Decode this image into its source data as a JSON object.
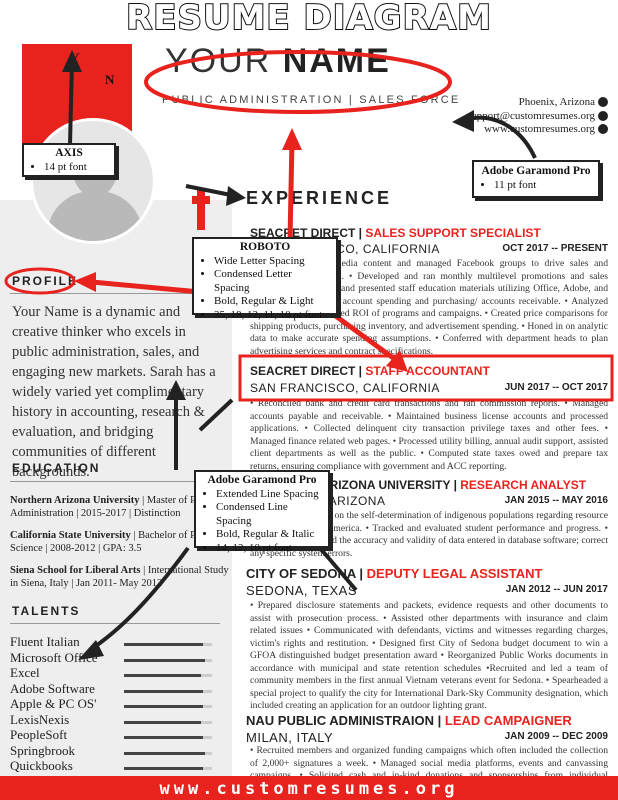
{
  "banner_title": "RESUME DIAGRAM",
  "logo": {
    "letter_y": "Y",
    "letter_n": "N"
  },
  "header": {
    "name_first": "YOUR",
    "name_last": "NAME",
    "subtitle": "PUBLIC ADMINISTRATION | SALES FORCE",
    "location": "Phoenix, Arizona",
    "email": "support@customresumes.org",
    "website": "www.customresumes.org"
  },
  "callouts": {
    "axis": {
      "title": "AXIS",
      "items": [
        "14 pt font"
      ]
    },
    "garamond_top": {
      "title": "Adobe Garamond Pro",
      "items": [
        "11 pt font"
      ]
    },
    "roboto": {
      "title": "ROBOTO",
      "items": [
        "Wide Letter Spacing",
        "Condensed Letter Spacing",
        "Bold, Regular & Light",
        "35, 18, 12, 11, 10 pt font"
      ]
    },
    "garamond_mid": {
      "title": "Adobe Garamond Pro",
      "items": [
        "Extended Line Spacing",
        "Condensed Line Spacing",
        "Bold, Regular & Italic",
        "14, 12, 10 pt font"
      ]
    }
  },
  "profile": {
    "heading": "PROFILE",
    "text": "Your Name is a dynamic and creative thinker who excels in public administration, sales, and engaging new markets. Sarah has a widely varied yet complimentary history in accounting, research & evaluation, and bridging communities of different backgrounds."
  },
  "education": {
    "heading": "EDUCATION",
    "items": [
      {
        "school": "Northern Arizona University",
        "detail": "| Master of Public Administration | 2015-2017 | Distinction"
      },
      {
        "school": "California State University",
        "detail": "| Bachelor of Political Science | 2008-2012 | GPA: 3.5"
      },
      {
        "school": "Siena School for Liberal Arts",
        "detail": "| International Study in Siena, Italy | Jan 2011- May 2012"
      }
    ]
  },
  "talents": {
    "heading": "TALENTS",
    "items": [
      {
        "label": "Fluent Italian",
        "level": 0.9
      },
      {
        "label": "Microsoft Office",
        "level": 0.92
      },
      {
        "label": "Excel",
        "level": 0.88
      },
      {
        "label": "Adobe Software",
        "level": 0.9
      },
      {
        "label": "Apple & PC OS'",
        "level": 0.9
      },
      {
        "label": "LexisNexis",
        "level": 0.88
      },
      {
        "label": "PeopleSoft",
        "level": 0.9
      },
      {
        "label": "Springbrook",
        "level": 0.92
      },
      {
        "label": "Quickbooks",
        "level": 0.9
      }
    ]
  },
  "experience": {
    "heading": "EXPERIENCE",
    "jobs": [
      {
        "company": "SEACRET DIRECT",
        "title": "SALES SUPPORT SPECIALIST",
        "location": "SAN FRANCISCO, CALIFORNIA",
        "dates": "OCT 2017 -- PRESENT",
        "text": "• Developed social media content and managed Facebook groups to drive sales and distributor engagement. • Developed and ran monthly multilevel promotions and sales incentives. • Analyzed and presented staff education materials utilizing Office, Adobe, and Excel. • Tracked team account spending and purchasing/ accounts receivable. • Analyzed sales figures and reported ROI of programs and campaigns. • Created price comparisons for shipping products, purchasing inventory, and advertisement spending. • Honed in on analytic data to make accurate spending assumptions. • Conferred with department heads to plan advertising services and contract specifications."
      },
      {
        "company": "SEACRET DIRECT",
        "title": "STAFF ACCOUNTANT",
        "location": "SAN FRANCISCO, CALIFORNIA",
        "dates": "JUN 2017 -- OCT 2017",
        "text": "• Reconciled bank and credit card transactions and ran commission reports. • Managed accounts payable and receivable. • Maintained business license accounts and processed applications. • Collected delinquent city transaction privilege taxes and other fees. • Managed finance related web pages. • Processed utility billing, annual audit support, assisted client departments as well as the public. • Computed state taxes owed and prepare tax returns, ensuring compliance with government and ACC reporting."
      },
      {
        "company": "NORTHERN ARIZONA UNIVERSITY",
        "title": "RESEARCH ANALYST",
        "location": "FLAGSTAFF, ARIZONA",
        "dates": "JAN 2015 -- MAY 2016",
        "text": "• Conducted research on the self-determination of indigenous populations regarding resource extraction in Latin America. • Tracked and evaluated student performance and progress. • Reviewed and verified the accuracy and validity of data entered in database software; correct any specific system errors."
      },
      {
        "company": "CITY OF SEDONA",
        "title": "DEPUTY LEGAL ASSISTANT",
        "location": "SEDONA, TEXAS",
        "dates": "JAN 2012 -- JUN 2017",
        "text": "• Prepared disclosure statements and packets, evidence requests and other documents to assist with prosecution process. • Assisted other departments with insurance and claim related issues • Communicated with defendants, victims and witnesses regarding charges, victim's rights and restitution. • Designed first City of Sedona budget document to win a GFOA distinguished budget presentation award • Reorganized Public Works documents in accordance with municipal and state retention schedules •Recruited and led a team of community members in the first annual Vietnam veterans event for Sedona. • Spearheaded a special project to qualify the city for International Dark-Sky Community designation, which included creating an application for an outdoor lighting grant."
      },
      {
        "company": "NAU PUBLIC ADMINISTRAION",
        "title": "LEAD CAMPAIGNER",
        "location": "MILAN, ITALY",
        "dates": "JAN 2009 -- DEC 2009",
        "text": "• Recruited members and organized funding campaigns which often included the collection of 2,000+ signatures a week. • Managed social media platforms, events and canvassing campaigns. • Solicited cash and in-kind donations and sponsorships from individual businesses."
      }
    ]
  },
  "footer": "www.customresumes.org",
  "colors": {
    "accent": "#e8231e",
    "text": "#222222",
    "panel": "#eeeeee"
  }
}
